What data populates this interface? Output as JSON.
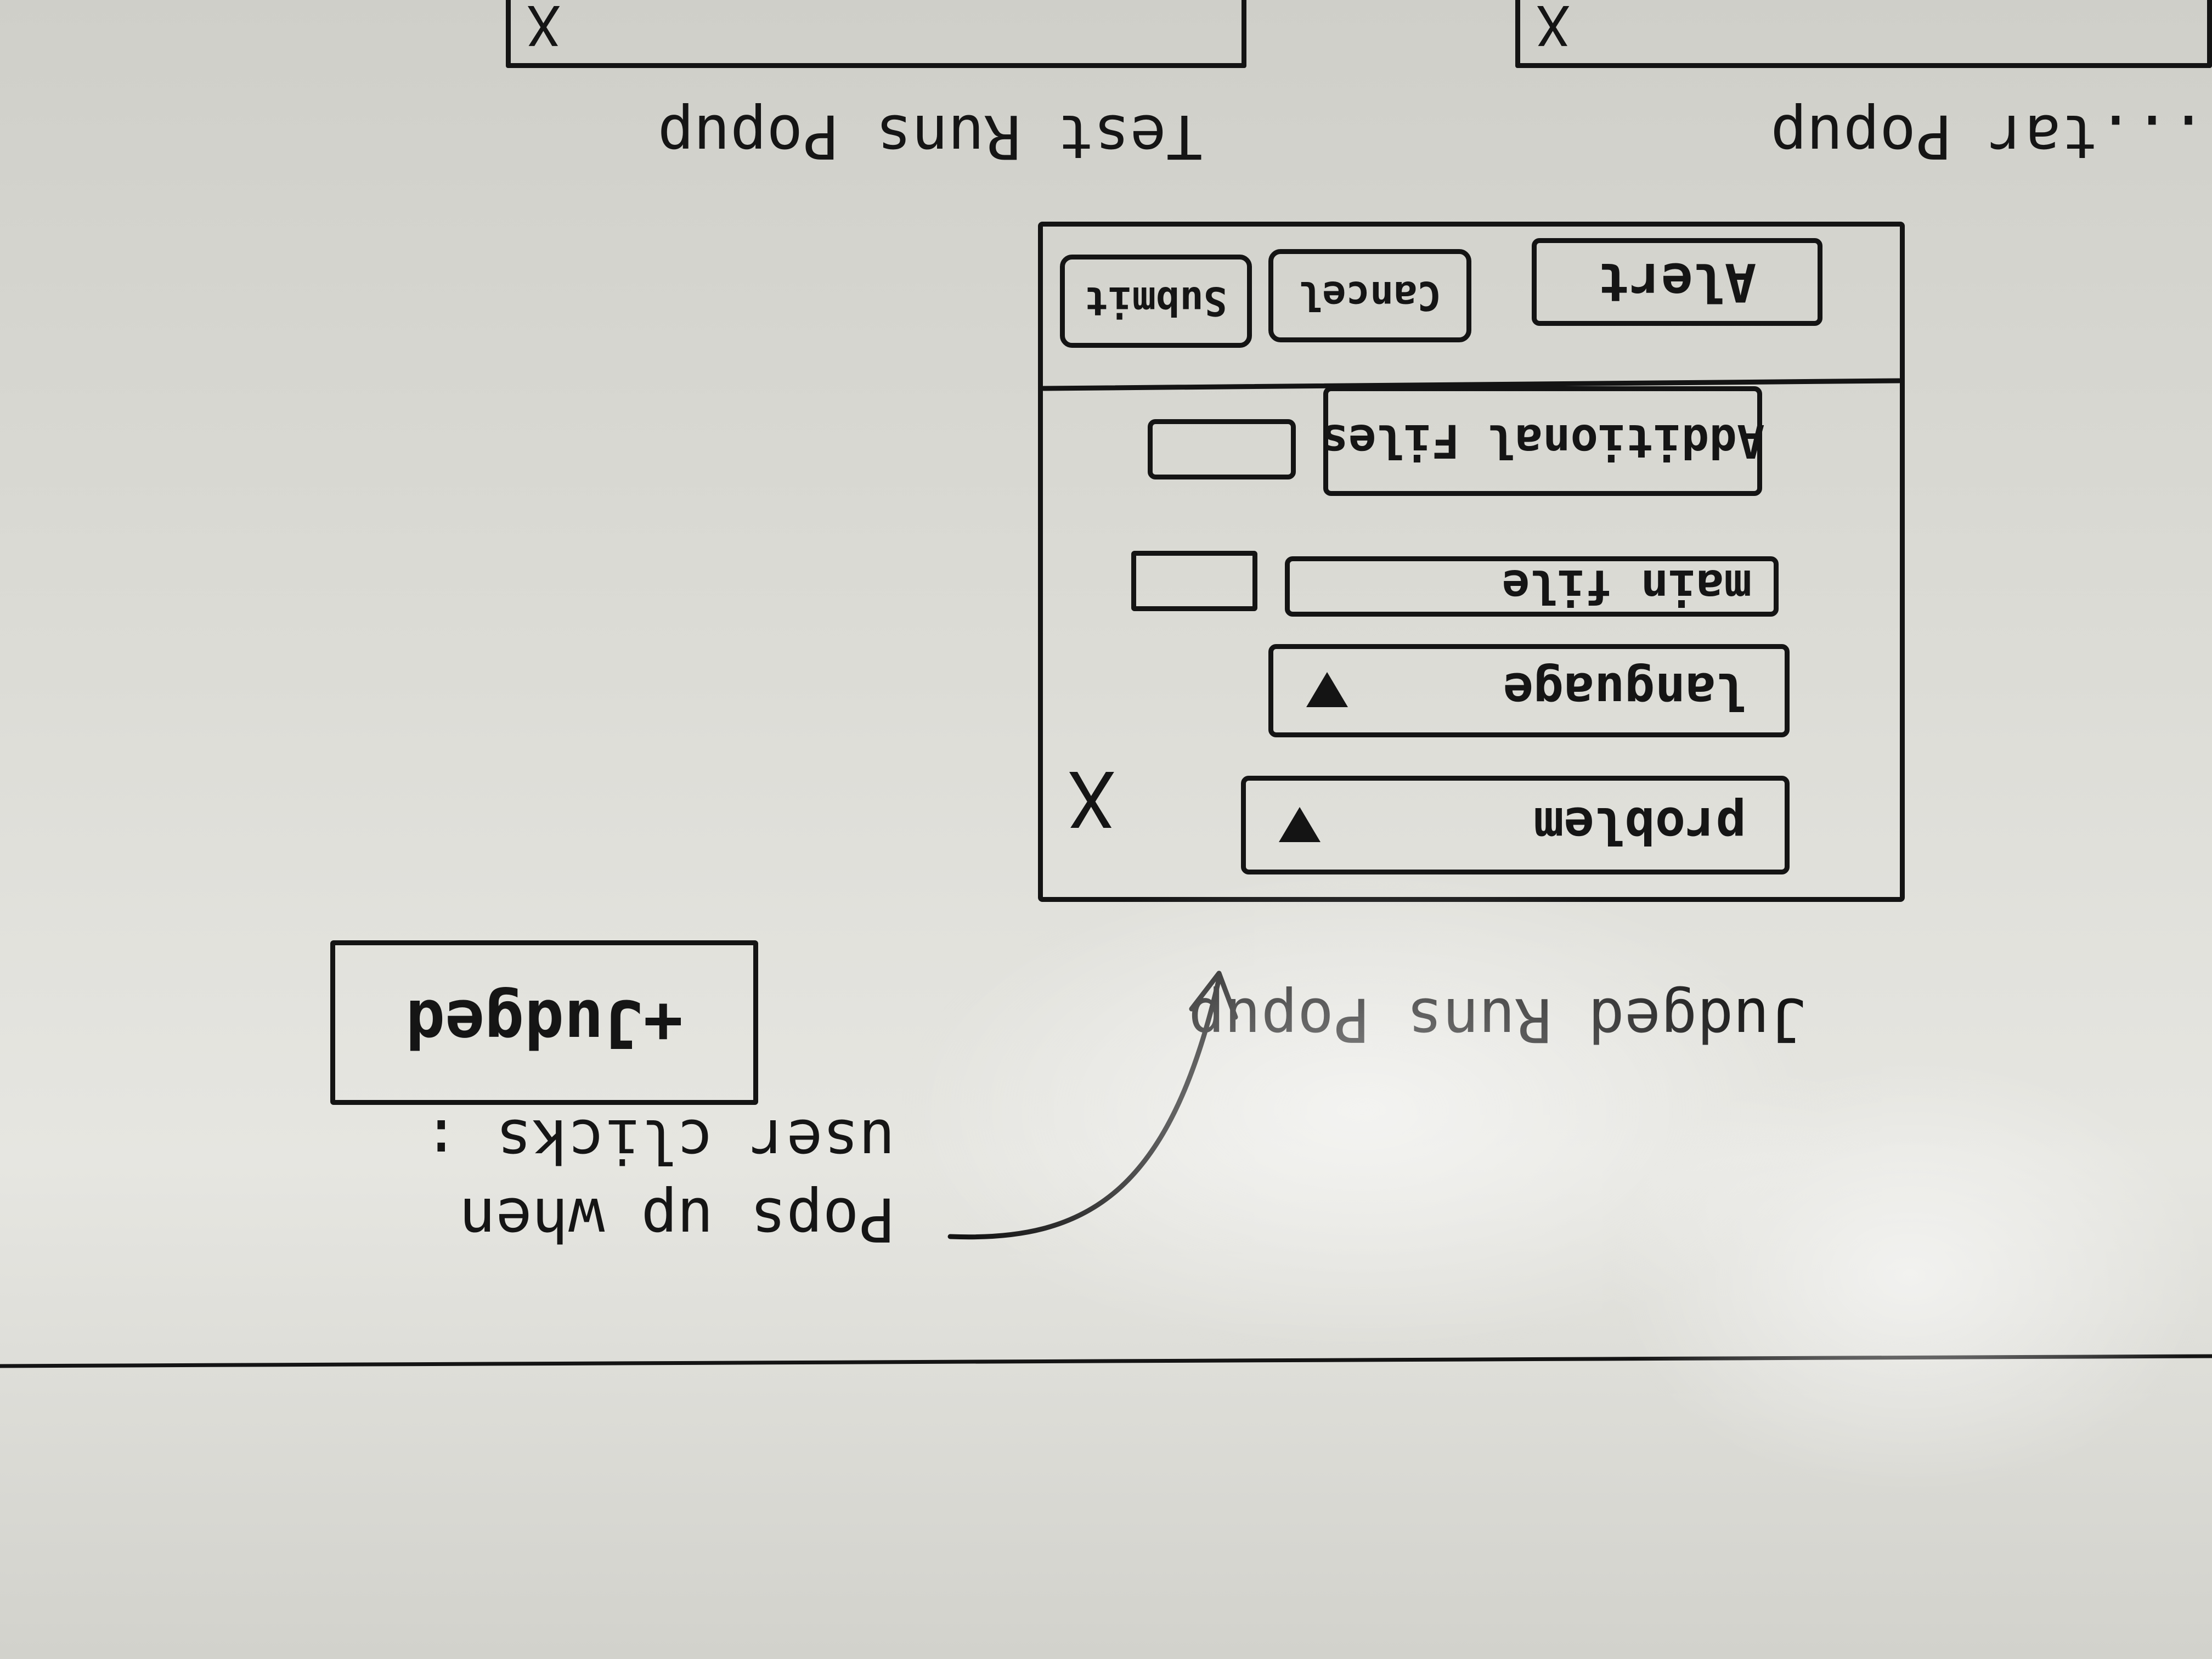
{
  "top_labels": {
    "test_runs_popup": "Test Runs Popup",
    "other_popup": "...tar Popup"
  },
  "judged_popup": {
    "title": "Judged Runs Popup",
    "buttons": {
      "alert": "Alert",
      "cancel": "Cancel",
      "submit": "Submit"
    },
    "fields": {
      "additional_files": "Additional Files",
      "main_file": "main file",
      "language": "language",
      "problem": "problem"
    },
    "close_glyph": "X"
  },
  "trigger": {
    "button_label": "+Judged",
    "note": "Pops up when user clicks :"
  }
}
